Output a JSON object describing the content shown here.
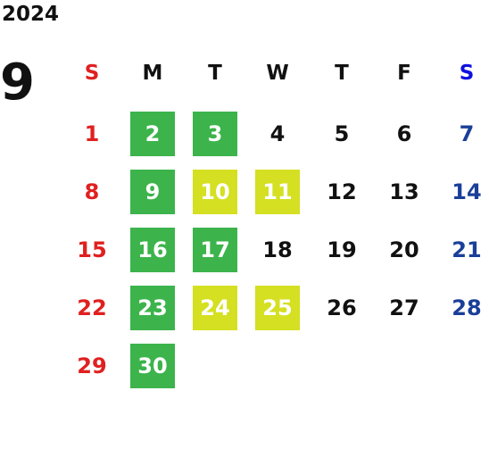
{
  "year": "2024",
  "month": "9",
  "weekdays": [
    {
      "label": "S",
      "color": "#e02020"
    },
    {
      "label": "M",
      "color": "#111111"
    },
    {
      "label": "T",
      "color": "#111111"
    },
    {
      "label": "W",
      "color": "#111111"
    },
    {
      "label": "T",
      "color": "#111111"
    },
    {
      "label": "F",
      "color": "#111111"
    },
    {
      "label": "S",
      "color": "#1010e0"
    }
  ],
  "colors": {
    "sunday": "#e02020",
    "saturday": "#1a3f99",
    "weekday": "#111111",
    "highlight_text": "#ffffff",
    "green": "#3cb44b",
    "yellow": "#d4e021"
  },
  "weeks": [
    [
      {
        "day": "1",
        "highlight": null
      },
      {
        "day": "2",
        "highlight": "green"
      },
      {
        "day": "3",
        "highlight": "green"
      },
      {
        "day": "4",
        "highlight": null
      },
      {
        "day": "5",
        "highlight": null
      },
      {
        "day": "6",
        "highlight": null
      },
      {
        "day": "7",
        "highlight": null
      }
    ],
    [
      {
        "day": "8",
        "highlight": null
      },
      {
        "day": "9",
        "highlight": "green"
      },
      {
        "day": "10",
        "highlight": "yellow"
      },
      {
        "day": "11",
        "highlight": "yellow"
      },
      {
        "day": "12",
        "highlight": null
      },
      {
        "day": "13",
        "highlight": null
      },
      {
        "day": "14",
        "highlight": null
      }
    ],
    [
      {
        "day": "15",
        "highlight": null
      },
      {
        "day": "16",
        "highlight": "green"
      },
      {
        "day": "17",
        "highlight": "green"
      },
      {
        "day": "18",
        "highlight": null
      },
      {
        "day": "19",
        "highlight": null
      },
      {
        "day": "20",
        "highlight": null
      },
      {
        "day": "21",
        "highlight": null
      }
    ],
    [
      {
        "day": "22",
        "highlight": null
      },
      {
        "day": "23",
        "highlight": "green"
      },
      {
        "day": "24",
        "highlight": "yellow"
      },
      {
        "day": "25",
        "highlight": "yellow"
      },
      {
        "day": "26",
        "highlight": null
      },
      {
        "day": "27",
        "highlight": null
      },
      {
        "day": "28",
        "highlight": null
      }
    ],
    [
      {
        "day": "29",
        "highlight": null
      },
      {
        "day": "30",
        "highlight": "green"
      }
    ]
  ]
}
